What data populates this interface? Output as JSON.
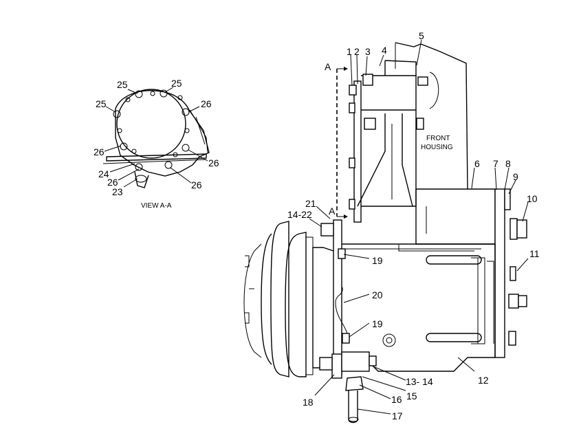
{
  "view_aa": {
    "caption": "VIEW A-A",
    "callouts": [
      "25",
      "25",
      "25",
      "26",
      "26",
      "24",
      "26",
      "23",
      "26",
      "26"
    ]
  },
  "main": {
    "section_marker": "A",
    "housing_label_line1": "FRONT",
    "housing_label_line2": "HOUSING",
    "callouts": [
      "1",
      "2",
      "3",
      "4",
      "5",
      "6",
      "7",
      "8",
      "9",
      "10",
      "11",
      "12",
      "13- 14",
      "15",
      "16",
      "17",
      "18",
      "19",
      "19",
      "20",
      "21",
      "14-22"
    ]
  }
}
